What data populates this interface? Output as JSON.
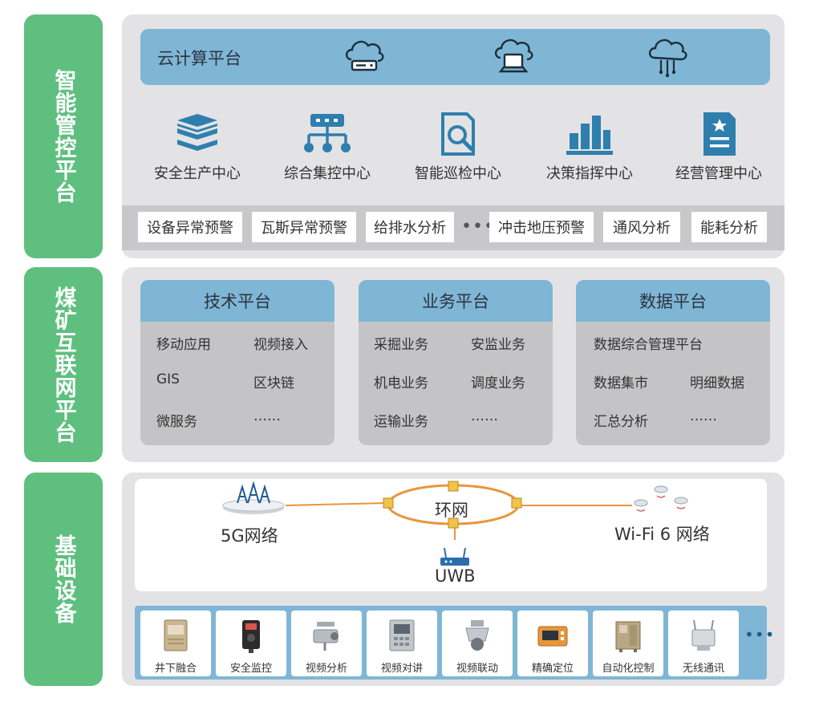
{
  "sections": {
    "platform": {
      "title": "智能管控平台",
      "cloud": {
        "title": "云计算平台"
      },
      "centers": [
        "安全生产中心",
        "综合集控中心",
        "智能巡检中心",
        "决策指挥中心",
        "经营管理中心"
      ],
      "tags": [
        "设备异常预警",
        "瓦斯异常预警",
        "给排水分析",
        "冲击地压预警",
        "通风分析",
        "能耗分析"
      ],
      "tag_ellipsis": "•••"
    },
    "internet": {
      "title": "煤矿互联网平台",
      "cards": [
        {
          "title": "技术平台",
          "items": [
            "移动应用",
            "视频接入",
            "GIS",
            "区块链",
            "微服务",
            "……"
          ]
        },
        {
          "title": "业务平台",
          "items": [
            "采掘业务",
            "安监业务",
            "机电业务",
            "调度业务",
            "运输业务",
            "……"
          ]
        },
        {
          "title": "数据平台",
          "items": [
            "数据综合管理平台",
            "数据集市",
            "明细数据",
            "汇总分析",
            "……"
          ]
        }
      ]
    },
    "infra": {
      "title": "基础设备",
      "network": {
        "g5": "5G网络",
        "ring": "环网",
        "uwb": "UWB",
        "wifi": "Wi-Fi 6 网络"
      },
      "devices": [
        "井下融合",
        "安全监控",
        "视频分析",
        "视频对讲",
        "视频联动",
        "精确定位",
        "自动化控制",
        "无线通讯"
      ],
      "device_ellipsis": "•••"
    }
  },
  "colors": {
    "green": "#5fbf7f",
    "blue": "#7fb6d6",
    "icon_blue": "#2e7fae",
    "line_orange": "#e8963a"
  },
  "icons": [
    "cloud-server-icon",
    "cloud-laptop-icon",
    "cloud-network-icon",
    "layers-icon",
    "hierarchy-icon",
    "search-doc-icon",
    "bar-chart-icon",
    "star-doc-icon"
  ]
}
